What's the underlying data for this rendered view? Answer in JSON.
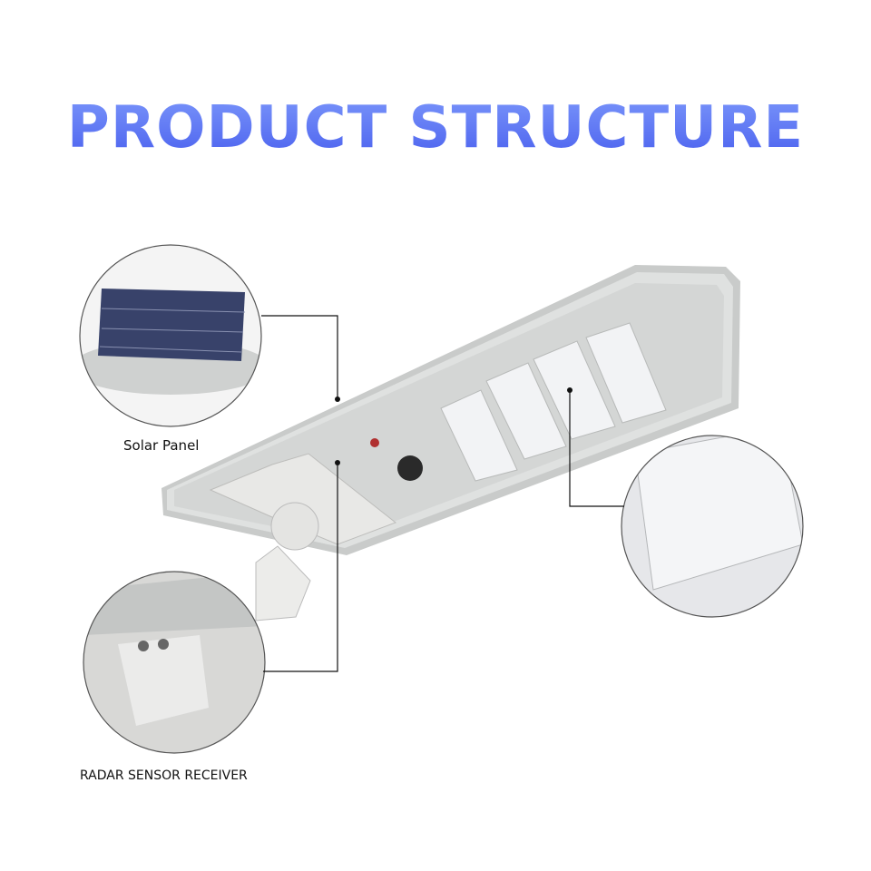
{
  "title": "PRODUCT STRUCTURE",
  "callouts": {
    "solar_panel": "Solar Panel",
    "radar_sensor": "RADAR SENSOR RECEIVER"
  },
  "colors": {
    "title_top": "#7a95fa",
    "title_bottom": "#4a60ee",
    "housing": "#d7d9d8",
    "leader_line": "#111111"
  }
}
